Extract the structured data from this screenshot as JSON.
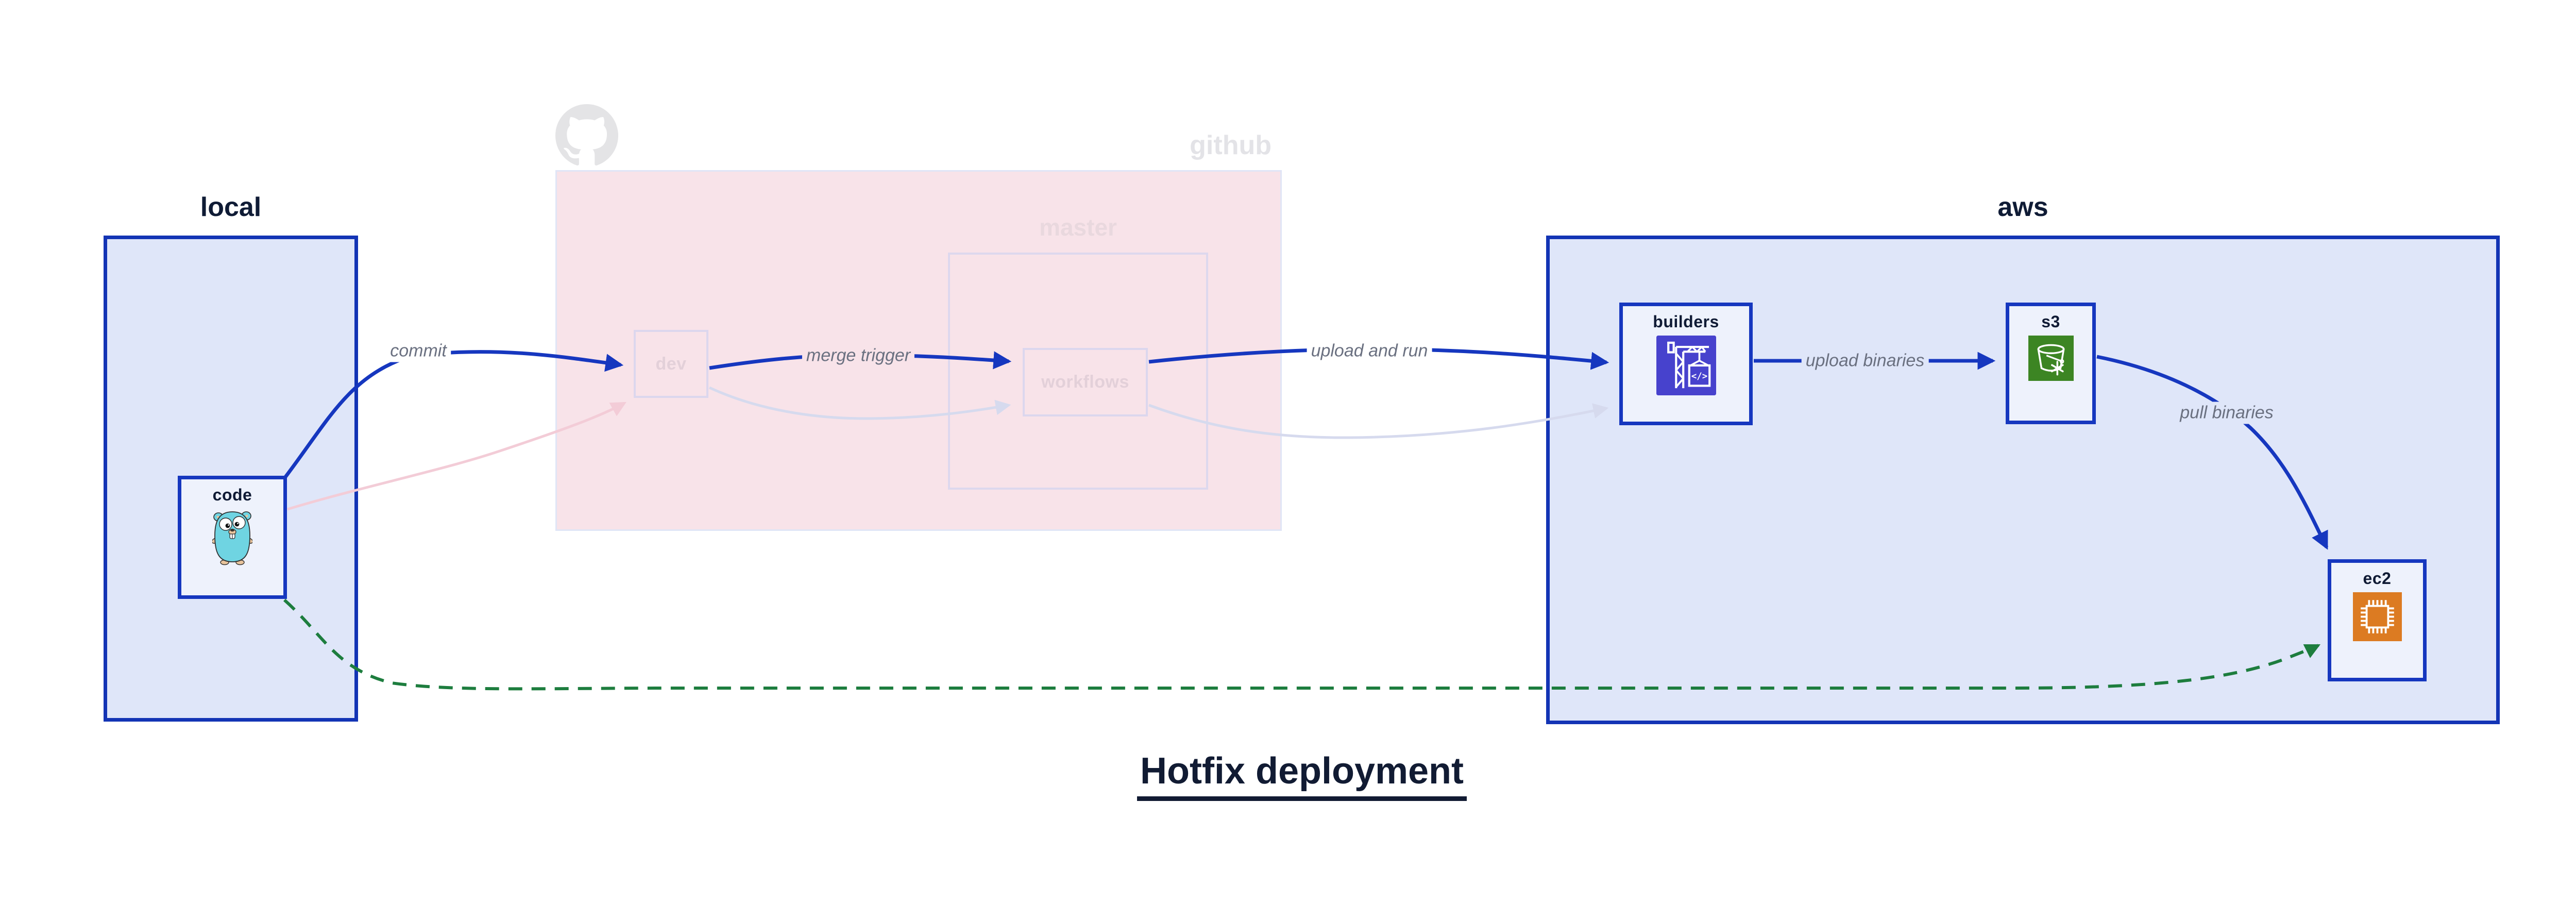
{
  "title": "Hotfix deployment",
  "regions": {
    "local": {
      "label": "local"
    },
    "github": {
      "label": "github",
      "master_label": "master"
    },
    "aws": {
      "label": "aws"
    }
  },
  "nodes": {
    "code": {
      "label": "code"
    },
    "dev": {
      "label": "dev"
    },
    "workflows": {
      "label": "workflows"
    },
    "builders": {
      "label": "builders",
      "icon_text": "</>"
    },
    "s3": {
      "label": "s3"
    },
    "ec2": {
      "label": "ec2"
    }
  },
  "edges": {
    "commit": {
      "label": "commit"
    },
    "merge_trigger": {
      "label": "merge trigger"
    },
    "upload_and_run": {
      "label": "upload and run"
    },
    "upload_binaries": {
      "label": "upload binaries"
    },
    "pull_binaries": {
      "label": "pull binaries"
    }
  },
  "colors": {
    "strong_blue": "#1637bf",
    "region_border_blue": "#1334b5",
    "region_fill_lavender": "#dfe6f9",
    "node_fill": "#eef2fc",
    "github_pink_fill": "#f8e3e9",
    "faded_border": "#dcd7ee",
    "faded_text": "#e3d0d9",
    "faded_edge_lavender": "#d6daee",
    "faded_edge_pink": "#f3ccd7",
    "green_dashed": "#1d7d3e",
    "edge_label_gray": "#6a7080",
    "title_navy": "#111b33",
    "codebuild_icon_bg": "#4742cd",
    "s3_icon_bg": "#3c8523",
    "ec2_icon_bg": "#dc7b22",
    "gopher_teal": "#6fd4e2",
    "octocat_gray": "#e4e4e6"
  }
}
